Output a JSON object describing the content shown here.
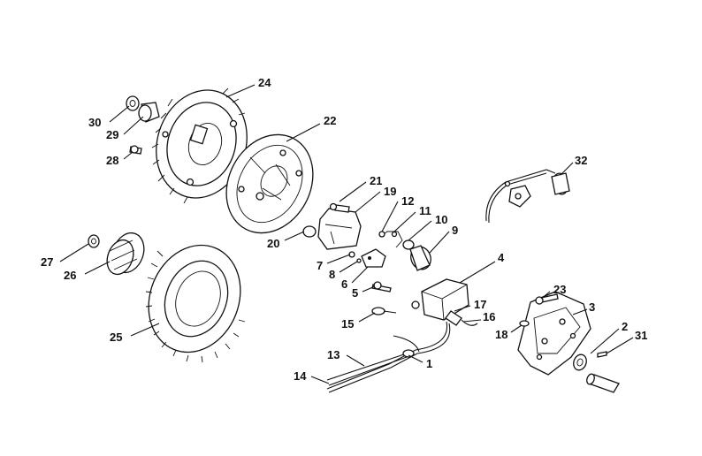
{
  "title": "Ignition system exploded parts diagram",
  "parts": [
    {
      "key": "p1",
      "label": "1"
    },
    {
      "key": "p2",
      "label": "2"
    },
    {
      "key": "p3",
      "label": "3"
    },
    {
      "key": "p4",
      "label": "4"
    },
    {
      "key": "p5",
      "label": "5"
    },
    {
      "key": "p6",
      "label": "6"
    },
    {
      "key": "p7",
      "label": "7"
    },
    {
      "key": "p8",
      "label": "8"
    },
    {
      "key": "p9",
      "label": "9"
    },
    {
      "key": "p10",
      "label": "10"
    },
    {
      "key": "p11",
      "label": "11"
    },
    {
      "key": "p12",
      "label": "12"
    },
    {
      "key": "p13",
      "label": "13"
    },
    {
      "key": "p14",
      "label": "14"
    },
    {
      "key": "p15",
      "label": "15"
    },
    {
      "key": "p16",
      "label": "16"
    },
    {
      "key": "p17",
      "label": "17"
    },
    {
      "key": "p18",
      "label": "18"
    },
    {
      "key": "p19",
      "label": "19"
    },
    {
      "key": "p20",
      "label": "20"
    },
    {
      "key": "p21",
      "label": "21"
    },
    {
      "key": "p22",
      "label": "22"
    },
    {
      "key": "p23",
      "label": "23"
    },
    {
      "key": "p24",
      "label": "24"
    },
    {
      "key": "p25",
      "label": "25"
    },
    {
      "key": "p26",
      "label": "26"
    },
    {
      "key": "p27",
      "label": "27"
    },
    {
      "key": "p28",
      "label": "28"
    },
    {
      "key": "p29",
      "label": "29"
    },
    {
      "key": "p30",
      "label": "30"
    },
    {
      "key": "p31",
      "label": "31"
    },
    {
      "key": "p32",
      "label": "32"
    }
  ]
}
